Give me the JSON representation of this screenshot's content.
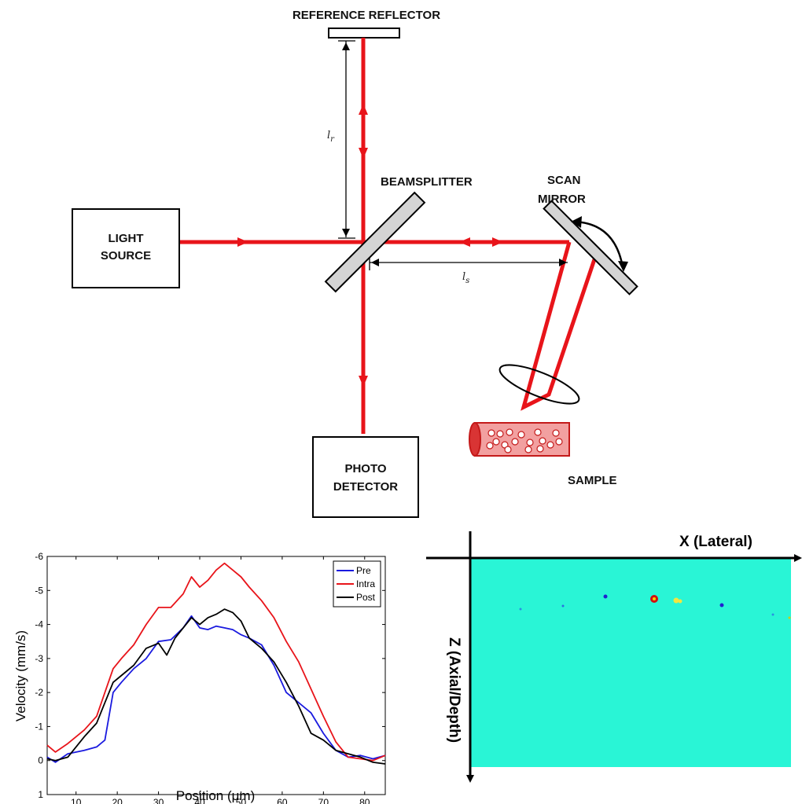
{
  "diagram": {
    "reference_reflector": "REFERENCE REFLECTOR",
    "beamsplitter": "BEAMSPLITTER",
    "scan_mirror_line1": "SCAN",
    "scan_mirror_line2": "MIRROR",
    "light_source_line1": "LIGHT",
    "light_source_line2": "SOURCE",
    "photo_detector_line1": "PHOTO",
    "photo_detector_line2": "DETECTOR",
    "sample": "SAMPLE",
    "lr_label": "l",
    "lr_sub": "r",
    "ls_label": "l",
    "ls_sub": "s",
    "beam_color": "#e8141a"
  },
  "image_panel": {
    "x_axis_label": "X (Lateral)",
    "z_axis_label": "Z (Axial/Depth)",
    "background_color": "#29f5d6"
  },
  "chart_data": {
    "type": "line",
    "xlabel": "Position (μm)",
    "ylabel": "Velocity (mm/s)",
    "xlim": [
      3,
      85
    ],
    "ylim": [
      1,
      -6
    ],
    "y_reversed": true,
    "xticks": [
      10,
      20,
      30,
      40,
      50,
      60,
      70,
      80
    ],
    "yticks": [
      1,
      0,
      -1,
      -2,
      -3,
      -4,
      -5,
      -6
    ],
    "legend_position": "top-right",
    "series": [
      {
        "name": "Pre",
        "color": "#1a1adf",
        "x": [
          3,
          5,
          8,
          12,
          15,
          17,
          19,
          21,
          24,
          27,
          30,
          33,
          36,
          38,
          40,
          42,
          44,
          46,
          48,
          50,
          52,
          55,
          58,
          61,
          64,
          67,
          70,
          73,
          76,
          79,
          82,
          85
        ],
        "y": [
          -0.1,
          0.05,
          -0.2,
          -0.3,
          -0.4,
          -0.6,
          -2.0,
          -2.3,
          -2.7,
          -3.0,
          -3.5,
          -3.55,
          -3.9,
          -4.25,
          -3.9,
          -3.85,
          -3.95,
          -3.9,
          -3.85,
          -3.7,
          -3.6,
          -3.4,
          -2.8,
          -2.0,
          -1.7,
          -1.4,
          -0.8,
          -0.3,
          -0.1,
          -0.15,
          -0.05,
          -0.15
        ]
      },
      {
        "name": "Intra",
        "color": "#e8141a",
        "x": [
          3,
          5,
          8,
          12,
          15,
          17,
          19,
          21,
          24,
          27,
          30,
          33,
          36,
          38,
          40,
          42,
          44,
          46,
          48,
          50,
          52,
          55,
          58,
          61,
          64,
          67,
          70,
          73,
          76,
          79,
          82,
          85
        ],
        "y": [
          -0.45,
          -0.25,
          -0.5,
          -0.9,
          -1.3,
          -2.0,
          -2.7,
          -3.0,
          -3.4,
          -4.0,
          -4.5,
          -4.5,
          -4.9,
          -5.4,
          -5.1,
          -5.3,
          -5.6,
          -5.8,
          -5.6,
          -5.4,
          -5.1,
          -4.7,
          -4.2,
          -3.5,
          -2.9,
          -2.1,
          -1.3,
          -0.55,
          -0.1,
          -0.05,
          0.0,
          -0.15
        ]
      },
      {
        "name": "Post",
        "color": "#000000",
        "x": [
          3,
          5,
          8,
          12,
          15,
          17,
          19,
          21,
          24,
          27,
          30,
          32,
          34,
          36,
          38,
          40,
          42,
          44,
          46,
          48,
          50,
          52,
          55,
          58,
          61,
          64,
          67,
          70,
          73,
          76,
          79,
          82,
          85
        ],
        "y": [
          -0.05,
          0.0,
          -0.1,
          -0.7,
          -1.1,
          -1.7,
          -2.3,
          -2.5,
          -2.8,
          -3.3,
          -3.45,
          -3.1,
          -3.6,
          -3.9,
          -4.2,
          -4.0,
          -4.2,
          -4.3,
          -4.45,
          -4.35,
          -4.1,
          -3.6,
          -3.3,
          -2.9,
          -2.3,
          -1.6,
          -0.8,
          -0.6,
          -0.3,
          -0.2,
          -0.1,
          0.05,
          0.1
        ]
      }
    ]
  }
}
